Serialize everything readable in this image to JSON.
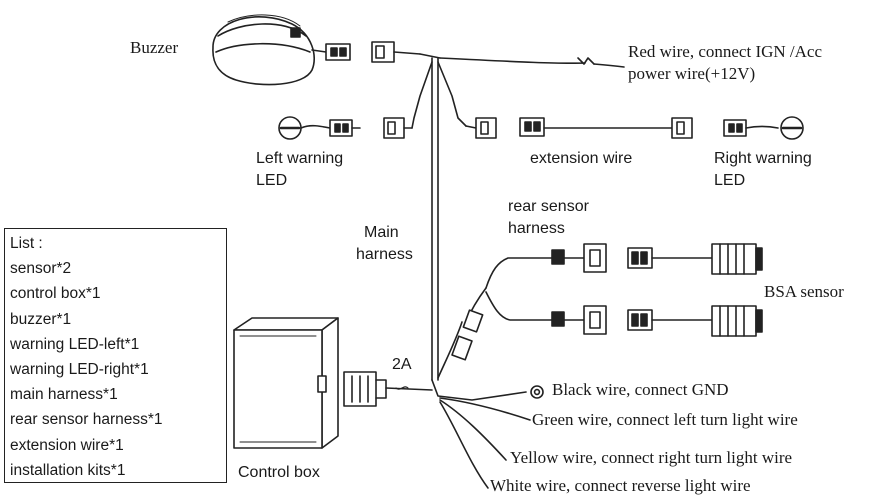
{
  "labels": {
    "buzzer": "Buzzer",
    "red_wire_line1": "Red wire, connect IGN /Acc",
    "red_wire_line2": "power wire(+12V)",
    "left_led_line1": "Left warning",
    "left_led_line2": "LED",
    "extension_wire": "extension wire",
    "right_led_line1": "Right warning",
    "right_led_line2": "LED",
    "rear_harness_line1": "rear sensor",
    "rear_harness_line2": "harness",
    "main_harness_line1": "Main",
    "main_harness_line2": "harness",
    "bsa_sensor": "BSA sensor",
    "fuse": "2A",
    "control_box": "Control box",
    "black_wire": "Black wire, connect GND",
    "green_wire": "Green wire, connect left turn light wire",
    "yellow_wire": "Yellow wire, connect right turn light wire",
    "white_wire": "White wire, connect reverse light wire"
  },
  "list": {
    "title": "List :",
    "items": [
      "sensor*2",
      "control box*1",
      "buzzer*1",
      "warning LED-left*1",
      "warning LED-right*1",
      "main harness*1",
      "rear sensor harness*1",
      "extension wire*1",
      "installation kits*1"
    ]
  },
  "colors": {
    "line": "#222222",
    "background": "#ffffff"
  }
}
